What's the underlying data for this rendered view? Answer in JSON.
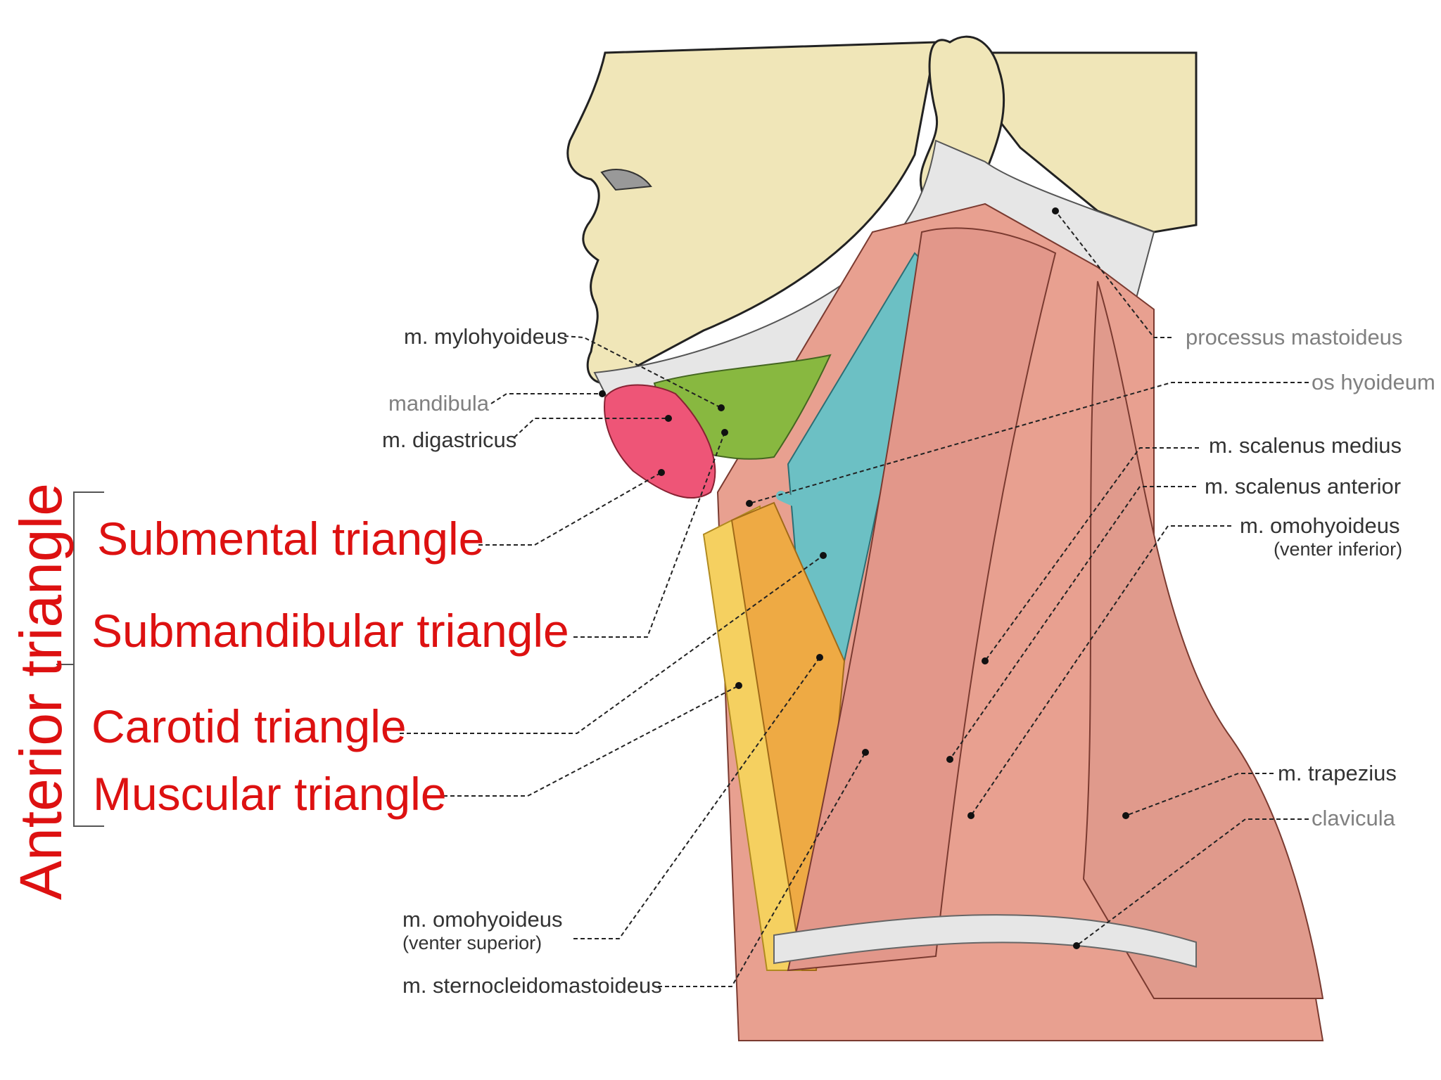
{
  "colors": {
    "accent_red": "#dd1111",
    "label_dark": "#333333",
    "label_grey": "#808080",
    "skin": "#f0e6b8",
    "muscle": "#e8a090",
    "submental": "#88b840",
    "carotid": "#6cc0c4",
    "muscular_yellow": "#f5d060",
    "muscular_orange": "#eeaa44",
    "digastric_pink": "#ee5577"
  },
  "group_label": "Anterior triangle",
  "regions": {
    "submental": "Submental triangle",
    "submandibular": "Submandibular triangle",
    "carotid": "Carotid triangle",
    "muscular": "Muscular triangle"
  },
  "labels": {
    "mylohyoideus": "m. mylohyoideus",
    "mandibula": "mandibula",
    "digastricus": "m. digastricus",
    "processus_mastoideus": "processus mastoideus",
    "os_hyoideum": "os hyoideum",
    "scalenus_medius": "m. scalenus medius",
    "scalenus_anterior": "m. scalenus anterior",
    "omohyoideus_inferior": "m. omohyoideus",
    "omohyoideus_inferior_sub": "(venter inferior)",
    "trapezius": "m. trapezius",
    "clavicula": "clavicula",
    "omohyoideus_superior": "m. omohyoideus",
    "omohyoideus_superior_sub": "(venter superior)",
    "sternocleidomastoideus": "m. sternocleidomastoideus"
  }
}
